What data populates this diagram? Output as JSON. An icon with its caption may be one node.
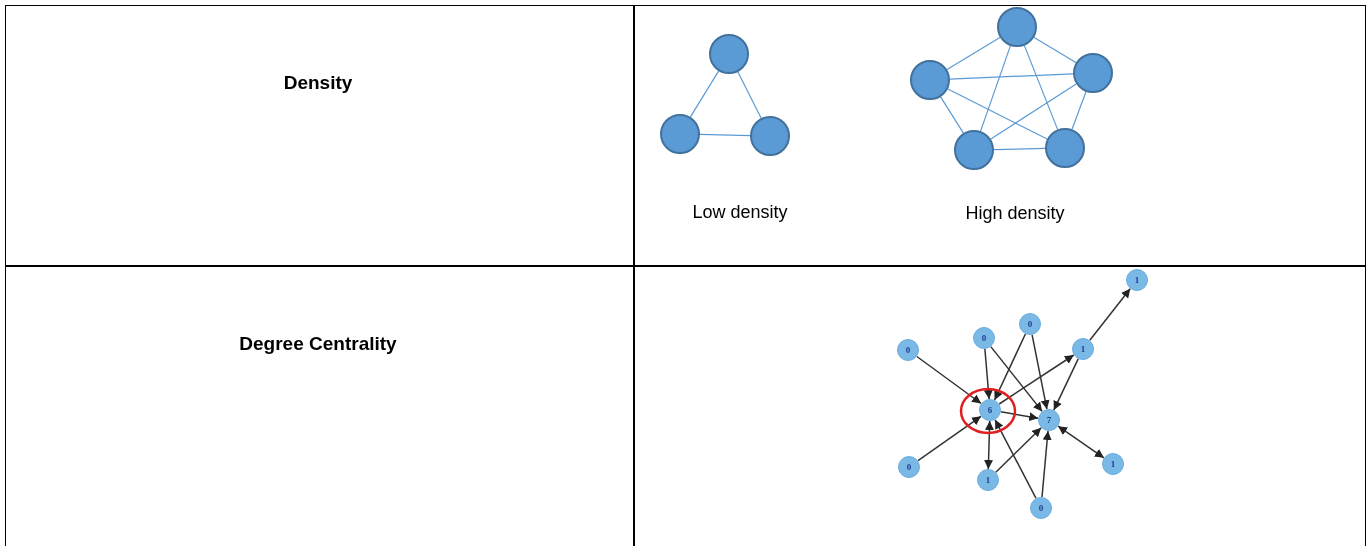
{
  "diagram": {
    "nodes": [
      {
        "text": [],
        "shape": "circle"
      },
      {
        "text": [],
        "shape": "circle"
      },
      {
        "text": [],
        "shape": "circle"
      },
      {
        "text": [],
        "shape": "circle"
      },
      {
        "text": [],
        "shape": "circle"
      },
      {
        "text": [],
        "shape": "circle"
      },
      {
        "text": [],
        "shape": "circle"
      },
      {
        "text": [],
        "shape": "circle"
      },
      {
        "text": [
          "1"
        ]
      },
      {
        "text": [
          "0"
        ]
      },
      {
        "text": [
          "0"
        ]
      },
      {
        "text": [
          "1"
        ]
      },
      {
        "text": [
          "0"
        ]
      },
      {
        "text": [
          "6"
        ]
      },
      {
        "text": [
          "7"
        ]
      },
      {
        "text": [
          "1"
        ]
      },
      {
        "text": [
          "0"
        ]
      },
      {
        "text": [
          "1"
        ]
      },
      {
        "text": [
          "0"
        ]
      }
    ],
    "edges": [
      {
        "from": 0,
        "to": 1,
        "arrow": "none",
        "color": "#5b9bd5"
      },
      {
        "from": 0,
        "to": 2,
        "arrow": "none",
        "color": "#5b9bd5"
      },
      {
        "from": 1,
        "to": 2,
        "arrow": "none",
        "color": "#5b9bd5"
      },
      {
        "from": 3,
        "to": 4,
        "arrow": "none",
        "color": "#5b9bd5"
      },
      {
        "from": 3,
        "to": 5,
        "arrow": "none",
        "color": "#5b9bd5"
      },
      {
        "from": 3,
        "to": 6,
        "arrow": "none",
        "color": "#5b9bd5"
      },
      {
        "from": 3,
        "to": 7,
        "arrow": "none",
        "color": "#5b9bd5"
      },
      {
        "from": 4,
        "to": 5,
        "arrow": "none",
        "color": "#5b9bd5"
      },
      {
        "from": 4,
        "to": 6,
        "arrow": "none",
        "color": "#5b9bd5"
      },
      {
        "from": 4,
        "to": 7,
        "arrow": "none",
        "color": "#5b9bd5"
      },
      {
        "from": 5,
        "to": 6,
        "arrow": "none",
        "color": "#5b9bd5"
      },
      {
        "from": 5,
        "to": 7,
        "arrow": "none",
        "color": "#5b9bd5"
      },
      {
        "from": 6,
        "to": 7,
        "arrow": "none",
        "color": "#5b9bd5"
      },
      {
        "from": 12,
        "to": 13,
        "arrow": "to"
      },
      {
        "from": 10,
        "to": 13,
        "arrow": "to"
      },
      {
        "from": 10,
        "to": 14,
        "arrow": "to"
      },
      {
        "from": 9,
        "to": 13,
        "arrow": "to"
      },
      {
        "from": 9,
        "to": 14,
        "arrow": "to"
      },
      {
        "from": 13,
        "to": 11,
        "arrow": "to"
      },
      {
        "from": 11,
        "to": 8,
        "arrow": "to"
      },
      {
        "from": 11,
        "to": 14,
        "arrow": "to"
      },
      {
        "from": 13,
        "to": 14,
        "arrow": "to"
      },
      {
        "from": 16,
        "to": 13,
        "arrow": "to"
      },
      {
        "from": 13,
        "to": 17,
        "arrow": "both"
      },
      {
        "from": 17,
        "to": 14,
        "arrow": "to"
      },
      {
        "from": 18,
        "to": 13,
        "arrow": "to"
      },
      {
        "from": 18,
        "to": 14,
        "arrow": "to"
      },
      {
        "from": 14,
        "to": 15,
        "arrow": "both"
      }
    ],
    "labels": [
      "Density",
      "Low density",
      "High density",
      "Degree Centrality"
    ]
  }
}
